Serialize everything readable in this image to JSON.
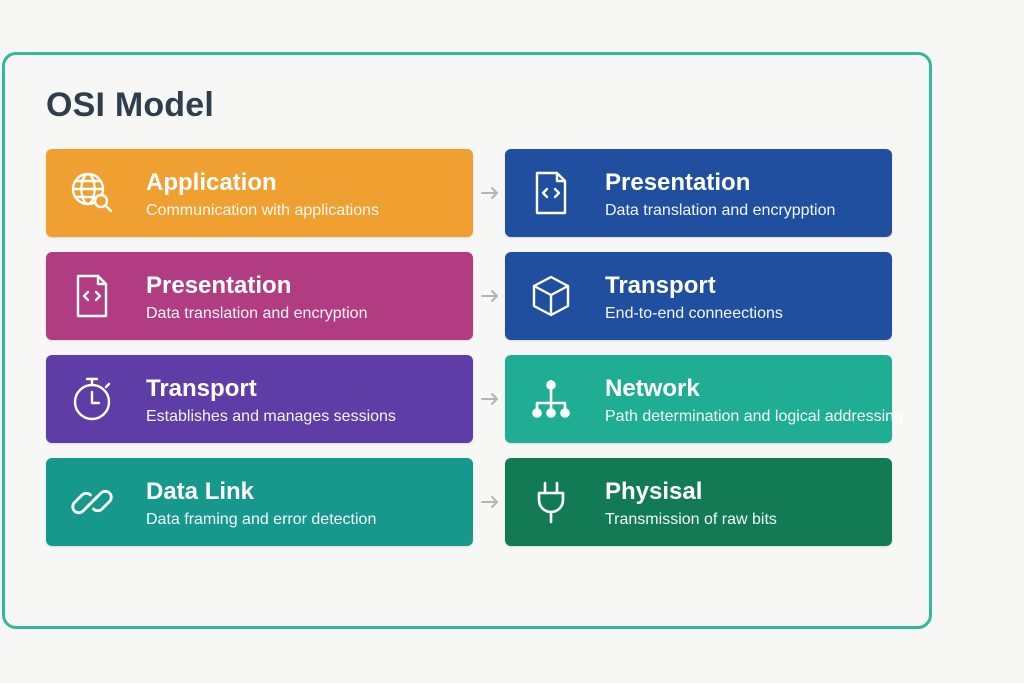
{
  "title": "OSI Model",
  "colors": {
    "frame_border": "#34b89a",
    "application": "#f0a030",
    "presentation_left": "#b13c82",
    "transport_left": "#5e3ea6",
    "data_link": "#16988c",
    "presentation_right": "#1f4f9e",
    "transport_right": "#1f4f9e",
    "network": "#1fae94",
    "physical": "#127a54",
    "arrow": "#b5b5b5"
  },
  "cards": [
    {
      "label": "Application",
      "desc": "Communication with applications",
      "icon": "globe-search-icon",
      "color": "#f0a030"
    },
    {
      "label": "Presentation",
      "desc": "Data translation and encrypption",
      "icon": "code-file-icon",
      "color": "#1f4f9e"
    },
    {
      "label": "Presentation",
      "desc": "Data translation and encryption",
      "icon": "code-file-icon",
      "color": "#b13c82"
    },
    {
      "label": "Transport",
      "desc": "End-to-end conneections",
      "icon": "cube-icon",
      "color": "#1f4f9e"
    },
    {
      "label": "Transport",
      "desc": "Establishes and manages sessions",
      "icon": "stopwatch-icon",
      "color": "#5e3ea6"
    },
    {
      "label": "Network",
      "desc": "Path determination and logical addressing",
      "icon": "network-tree-icon",
      "color": "#1fae94"
    },
    {
      "label": "Data Link",
      "desc": "Data framing and error detection",
      "icon": "chain-link-icon",
      "color": "#16988c"
    },
    {
      "label": "Physisal",
      "desc": "Transmission of raw bits",
      "icon": "plug-icon",
      "color": "#127a54"
    }
  ]
}
